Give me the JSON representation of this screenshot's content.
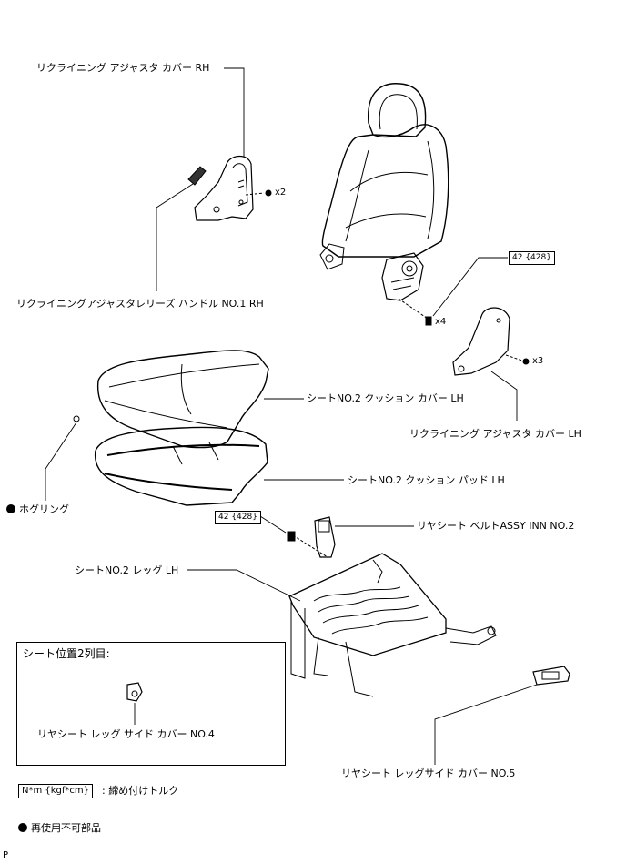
{
  "parts": {
    "recliner_cover_rh": "リクライニング アジャスタ カバー RH",
    "release_handle": "リクライニングアジャスタレリーズ ハンドル NO.1 RH",
    "cushion_cover": "シートNO.2 クッション カバー LH",
    "recliner_cover_lh": "リクライニング アジャスタ カバー LH",
    "hog_ring": "ホグリング",
    "cushion_pad": "シートNO.2 クッション パッド LH",
    "belt_assy": "リヤシート ベルトASSY INN NO.2",
    "seat_leg": "シートNO.2 レッグ LH",
    "leg_side_cover_no4": "リヤシート レッグ サイド カバー NO.4",
    "leg_side_cover_no5": "リヤシート レッグサイド カバー NO.5"
  },
  "quantities": {
    "rh_screws": "x2",
    "recliner_bolts": "x4",
    "lh_screws": "x3"
  },
  "torque": {
    "recliner_bolt": "42 {428}",
    "belt_bolt": "42 {428}"
  },
  "inset": {
    "title": "シート位置2列目:"
  },
  "legend": {
    "torque_unit": "N*m {kgf*cm}",
    "torque_desc": ": 締め付けトルク",
    "non_reusable": "再使用不可部品"
  },
  "page_mark": "P"
}
